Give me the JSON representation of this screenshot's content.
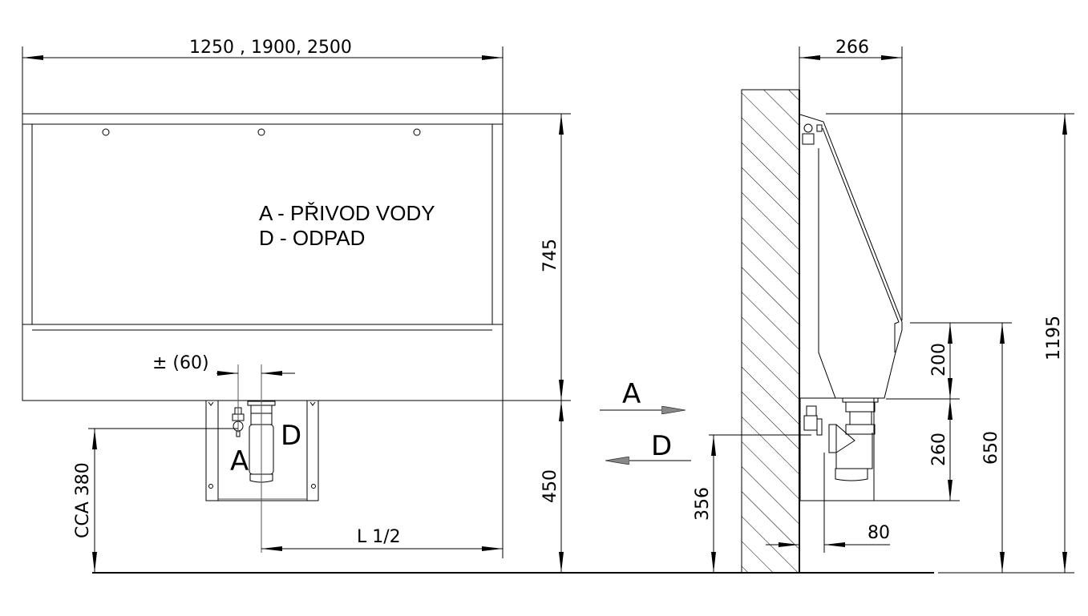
{
  "legend": {
    "line_a": "A - PŘIVOD VODY",
    "line_d": "D - ODPAD"
  },
  "dimensions": {
    "width_options": "1250  , 1900, 2500",
    "height_panel": "745",
    "height_bracket": "450",
    "offset": "± (60)",
    "inlet_height": "CCA 380",
    "half_length": "L 1/2",
    "depth": "266",
    "bowl_height": "200",
    "trap_height": "260",
    "rim_height": "650",
    "total_height": "1195",
    "side_inlet_height": "356",
    "wall_offset": "80"
  },
  "markers": {
    "front_a": "A",
    "front_d": "D",
    "arrow_a": "A",
    "arrow_d": "D"
  }
}
